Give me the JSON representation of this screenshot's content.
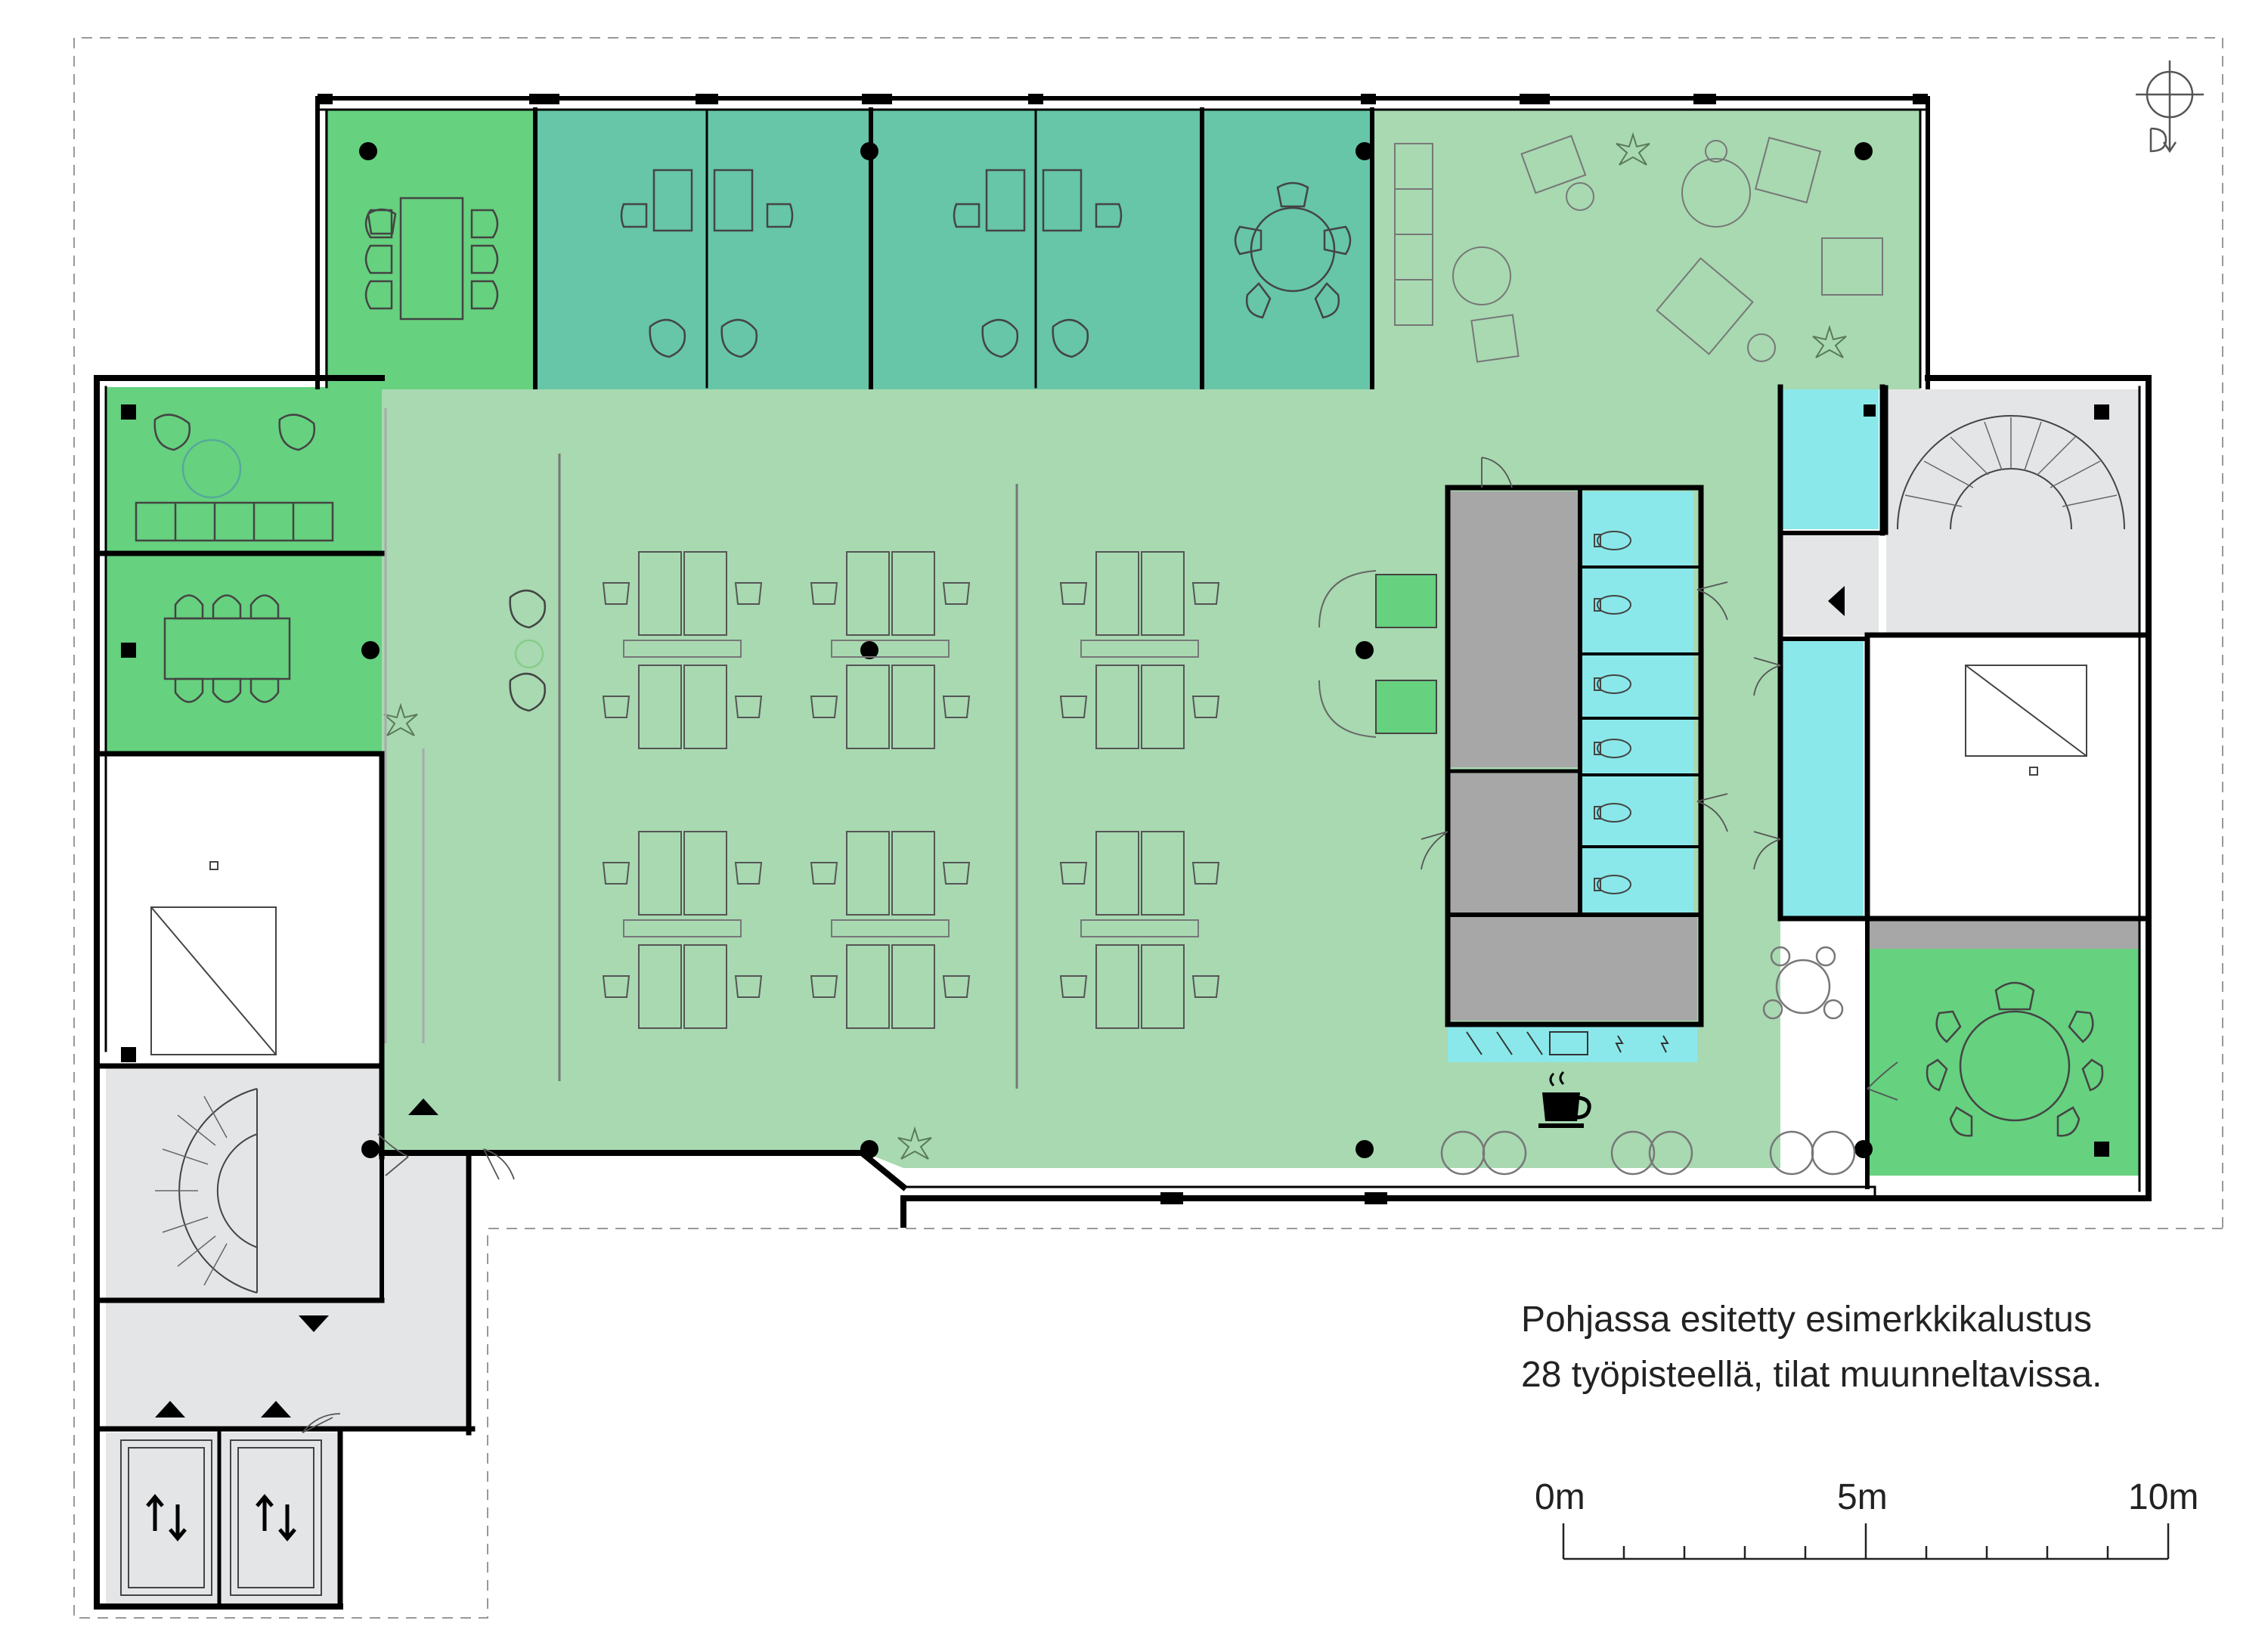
{
  "caption": {
    "line1": "Pohjassa esitetty esimerkkikalustus",
    "line2": "28 työpisteellä, tilat muunneltavissa."
  },
  "scale": {
    "labels": [
      "0m",
      "5m",
      "10m"
    ]
  },
  "colors": {
    "open_office": "#a8d9b1",
    "lounge": "#a8d9b1",
    "meeting_room": "#66d17f",
    "focus_room": "#66c6a7",
    "wc": "#8ae8ea",
    "stair_lift": "#e4e5e6",
    "kitchen_core": "#a7a7a7",
    "walls": "#000000"
  },
  "icons": {
    "north_arrow": "north-arrow-icon",
    "coffee": "coffee-cup-icon",
    "lift": "elevator-arrows-icon",
    "plant": "plant-icon"
  }
}
